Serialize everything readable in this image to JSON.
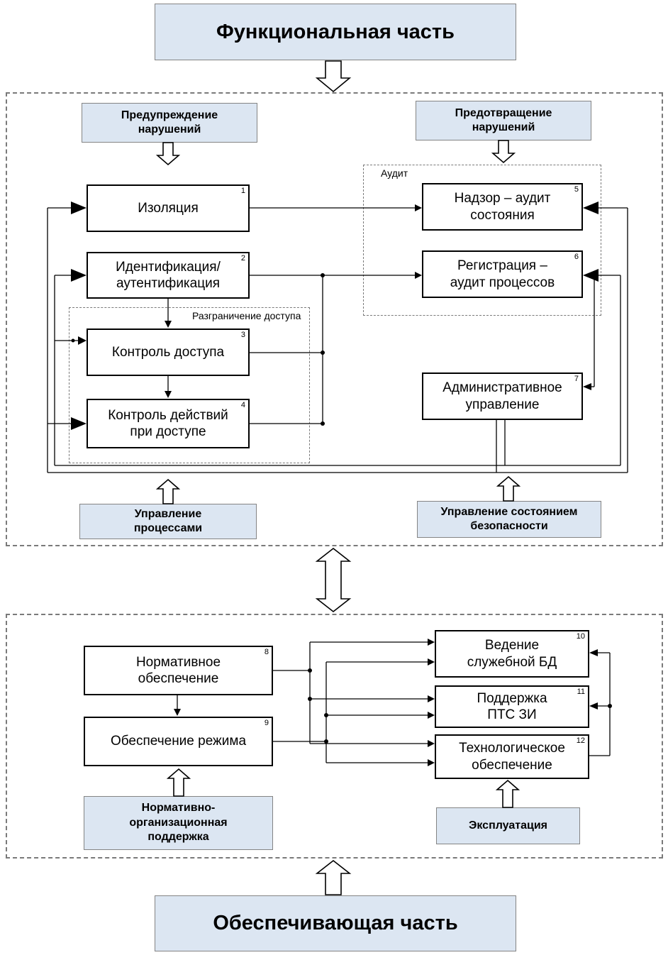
{
  "banners": {
    "top": "Функциональная часть",
    "bottom": "Обеспечивающая часть"
  },
  "functional": {
    "top_labels": {
      "warning": "Предупреждение\nнарушений",
      "prevention": "Предотвращение\nнарушений"
    },
    "bottom_labels": {
      "process_management": "Управление\nпроцессами",
      "security_state_management": "Управление состоянием\nбезопасности"
    },
    "groups": {
      "audit": "Аудит",
      "access_delimitation": "Разграничение доступа"
    },
    "blocks": [
      {
        "num": "1",
        "label": "Изоляция"
      },
      {
        "num": "2",
        "label": "Идентификация/\nаутентификация"
      },
      {
        "num": "3",
        "label": "Контроль доступа"
      },
      {
        "num": "4",
        "label": "Контроль действий\nпри доступе"
      },
      {
        "num": "5",
        "label": "Надзор – аудит\nсостояния"
      },
      {
        "num": "6",
        "label": "Регистрация –\nаудит процессов"
      },
      {
        "num": "7",
        "label": "Административное\nуправление"
      }
    ]
  },
  "support": {
    "bottom_labels": {
      "normative_org": "Нормативно-\nорганизационная\nподдержка",
      "operation": "Эксплуатация"
    },
    "blocks": [
      {
        "num": "8",
        "label": "Нормативное\nобеспечение"
      },
      {
        "num": "9",
        "label": "Обеспечение режима"
      },
      {
        "num": "10",
        "label": "Ведение\nслужебной БД"
      },
      {
        "num": "11",
        "label": "Поддержка\nПТС ЗИ"
      },
      {
        "num": "12",
        "label": "Технологическое\nобеспечение"
      }
    ]
  },
  "colors": {
    "label_fill": "#dce6f2",
    "line": "#000000",
    "dashed_border": "#7a7a7a"
  }
}
